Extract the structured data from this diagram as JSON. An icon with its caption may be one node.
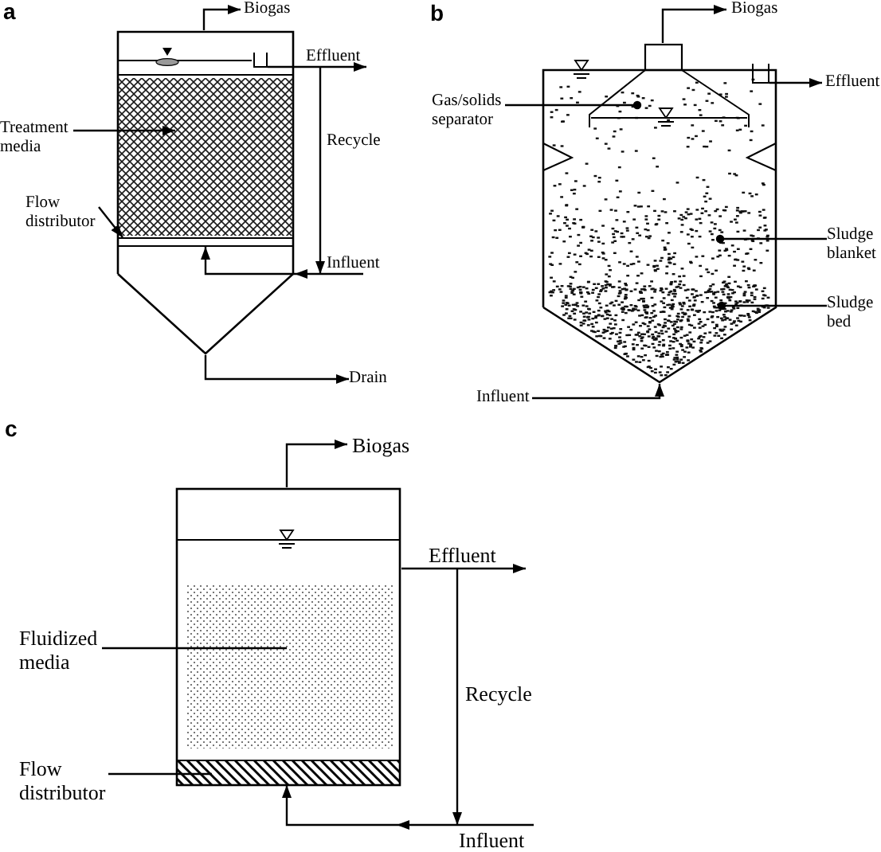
{
  "diagram": {
    "nodes": [
      {
        "text": [],
        "shape": "tank"
      },
      {
        "text": [],
        "shape": "box",
        "in": 0
      },
      {
        "text": [],
        "shape": "bar",
        "in": 0
      },
      {
        "text": [
          "Biogas"
        ]
      },
      {
        "text": [
          "Effluent"
        ]
      },
      {
        "text": [
          "Treatment media"
        ]
      },
      {
        "text": [
          "Flow distributor"
        ]
      },
      {
        "text": [
          "Influent"
        ]
      },
      {
        "text": [
          "Drain"
        ]
      },
      {
        "text": [],
        "shape": "tank"
      },
      {
        "text": [],
        "shape": "hood"
      },
      {
        "text": [],
        "shape": "dots",
        "in": 9
      },
      {
        "text": [],
        "shape": "dots",
        "in": 9
      },
      {
        "text": [
          "Biogas"
        ]
      },
      {
        "text": [
          "Effluent"
        ]
      },
      {
        "text": [
          "Gas/solids separator"
        ]
      },
      {
        "text": [
          "Sludge blanket"
        ]
      },
      {
        "text": [
          "Sludge bed"
        ]
      },
      {
        "text": [
          "Influent"
        ]
      },
      {
        "text": [],
        "shape": "tank"
      },
      {
        "text": [],
        "shape": "box",
        "in": 19
      },
      {
        "text": [],
        "shape": "bar",
        "in": 19
      },
      {
        "text": [
          "Biogas"
        ]
      },
      {
        "text": [
          "Effluent"
        ]
      },
      {
        "text": [
          "Fluidized media"
        ]
      },
      {
        "text": [
          "Flow distributor"
        ]
      },
      {
        "text": [
          "Influent"
        ]
      },
      {
        "text": [],
        "shape": "weir",
        "in": 0
      },
      {
        "text": [],
        "shape": "weir",
        "in": 9
      }
    ],
    "edges": [
      {
        "from": 0,
        "to": 3,
        "arrow": "to"
      },
      {
        "from": 27,
        "to": 4,
        "arrow": "to"
      },
      {
        "from": 5,
        "to": 1,
        "arrow": "to"
      },
      {
        "from": 4,
        "to": 7,
        "arrow": "to",
        "label": "Recycle"
      },
      {
        "from": 6,
        "to": 2,
        "arrow": "to"
      },
      {
        "from": 7,
        "to": 2,
        "arrow": "to"
      },
      {
        "from": 0,
        "to": 8,
        "arrow": "to"
      },
      {
        "from": 10,
        "to": 13,
        "arrow": "to"
      },
      {
        "from": 28,
        "to": 14,
        "arrow": "to"
      },
      {
        "from": 15,
        "to": 10,
        "arrow": "other"
      },
      {
        "from": 16,
        "to": 11,
        "arrow": "other"
      },
      {
        "from": 17,
        "to": 12,
        "arrow": "other"
      },
      {
        "from": 18,
        "to": 9,
        "arrow": "to"
      },
      {
        "from": 19,
        "to": 22,
        "arrow": "to"
      },
      {
        "from": 19,
        "to": 23,
        "arrow": "to"
      },
      {
        "from": 24,
        "to": 20,
        "arrow": "none"
      },
      {
        "from": 23,
        "to": 26,
        "arrow": "to",
        "label": "Recycle"
      },
      {
        "from": 25,
        "to": 21,
        "arrow": "none"
      },
      {
        "from": 26,
        "to": 21,
        "arrow": "to"
      }
    ],
    "labels": [
      "a",
      "b",
      "c"
    ]
  }
}
